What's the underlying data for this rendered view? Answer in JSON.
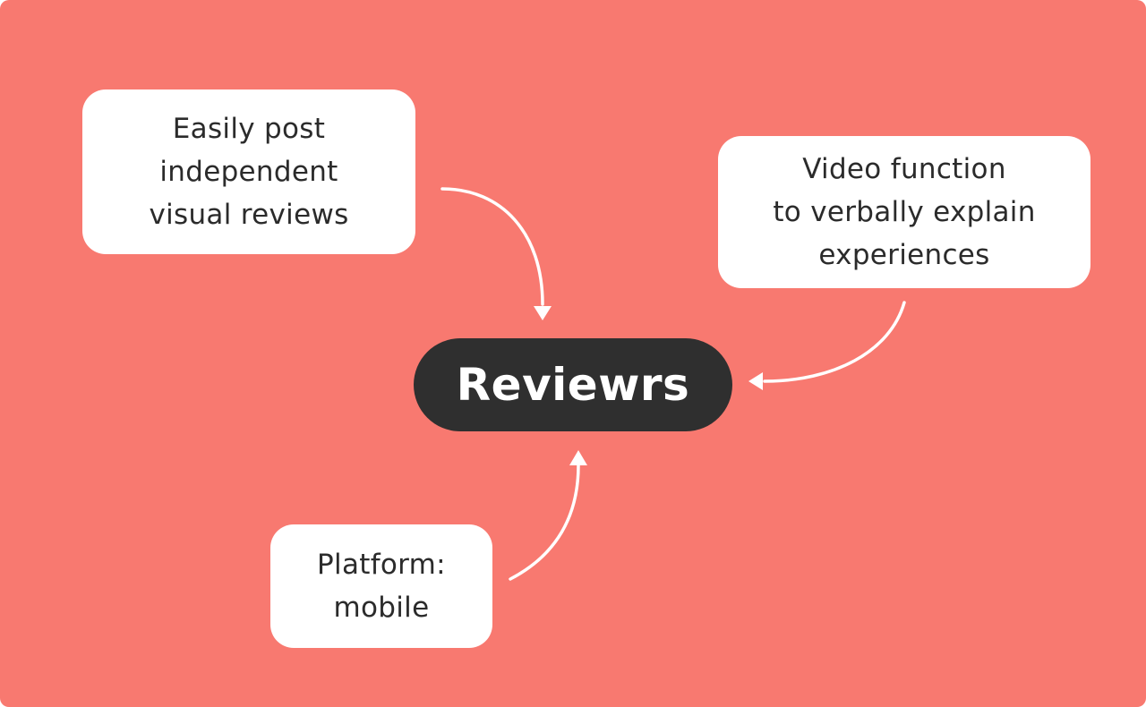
{
  "center_node": {
    "label": "Reviewrs"
  },
  "nodes": [
    {
      "lines": [
        "Easily post",
        "independent",
        "visual reviews"
      ]
    },
    {
      "lines": [
        "Video function",
        "to verbally explain",
        "experiences"
      ]
    },
    {
      "lines": [
        "Platform:",
        "mobile"
      ]
    }
  ],
  "colors": {
    "background": "#f87970",
    "card": "#ffffff",
    "center_node": "#2f2f2f",
    "text_dark": "#2b2b2b",
    "text_light": "#ffffff",
    "connector": "#ffffff"
  }
}
